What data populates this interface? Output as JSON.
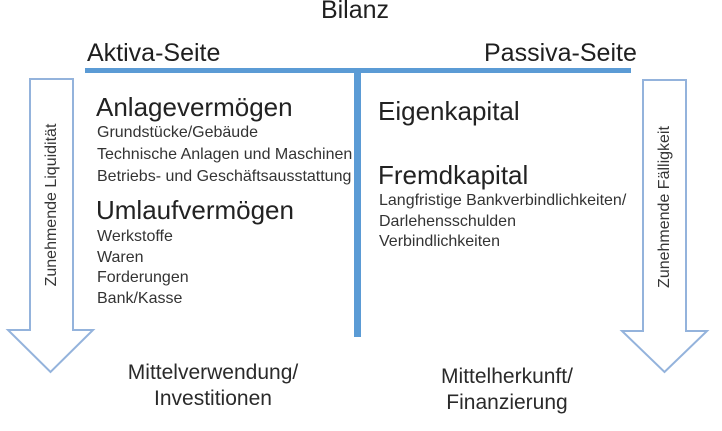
{
  "title": "Bilanz",
  "columns": {
    "left": {
      "header": "Aktiva-Seite",
      "section1": {
        "heading": "Anlagevermögen",
        "items": [
          "Grundstücke/Gebäude",
          "Technische Anlagen und Maschinen",
          "Betriebs- und Geschäftsausstattung"
        ]
      },
      "section2": {
        "heading": "Umlaufvermögen",
        "items": [
          "Werkstoffe",
          "Waren",
          "Forderungen",
          "Bank/Kasse"
        ]
      },
      "footer_line1": "Mittelverwendung/",
      "footer_line2": "Investitionen",
      "arrow_label": "Zunehmende Liquidität"
    },
    "right": {
      "header": "Passiva-Seite",
      "section1": {
        "heading": "Eigenkapital",
        "items": []
      },
      "section2": {
        "heading": "Fremdkapital",
        "items": [
          "Langfristige Bankverbindlichkeiten/",
          "Darlehensschulden",
          "Verbindlichkeiten"
        ]
      },
      "footer_line1": "Mittelherkunft/",
      "footer_line2": "Finanzierung",
      "arrow_label": "Zunehmende Fälligkeit"
    }
  },
  "colors": {
    "divider_blue": "#5b9bd5",
    "arrow_outline": "#94b3dc",
    "text": "#2d2d2d"
  }
}
